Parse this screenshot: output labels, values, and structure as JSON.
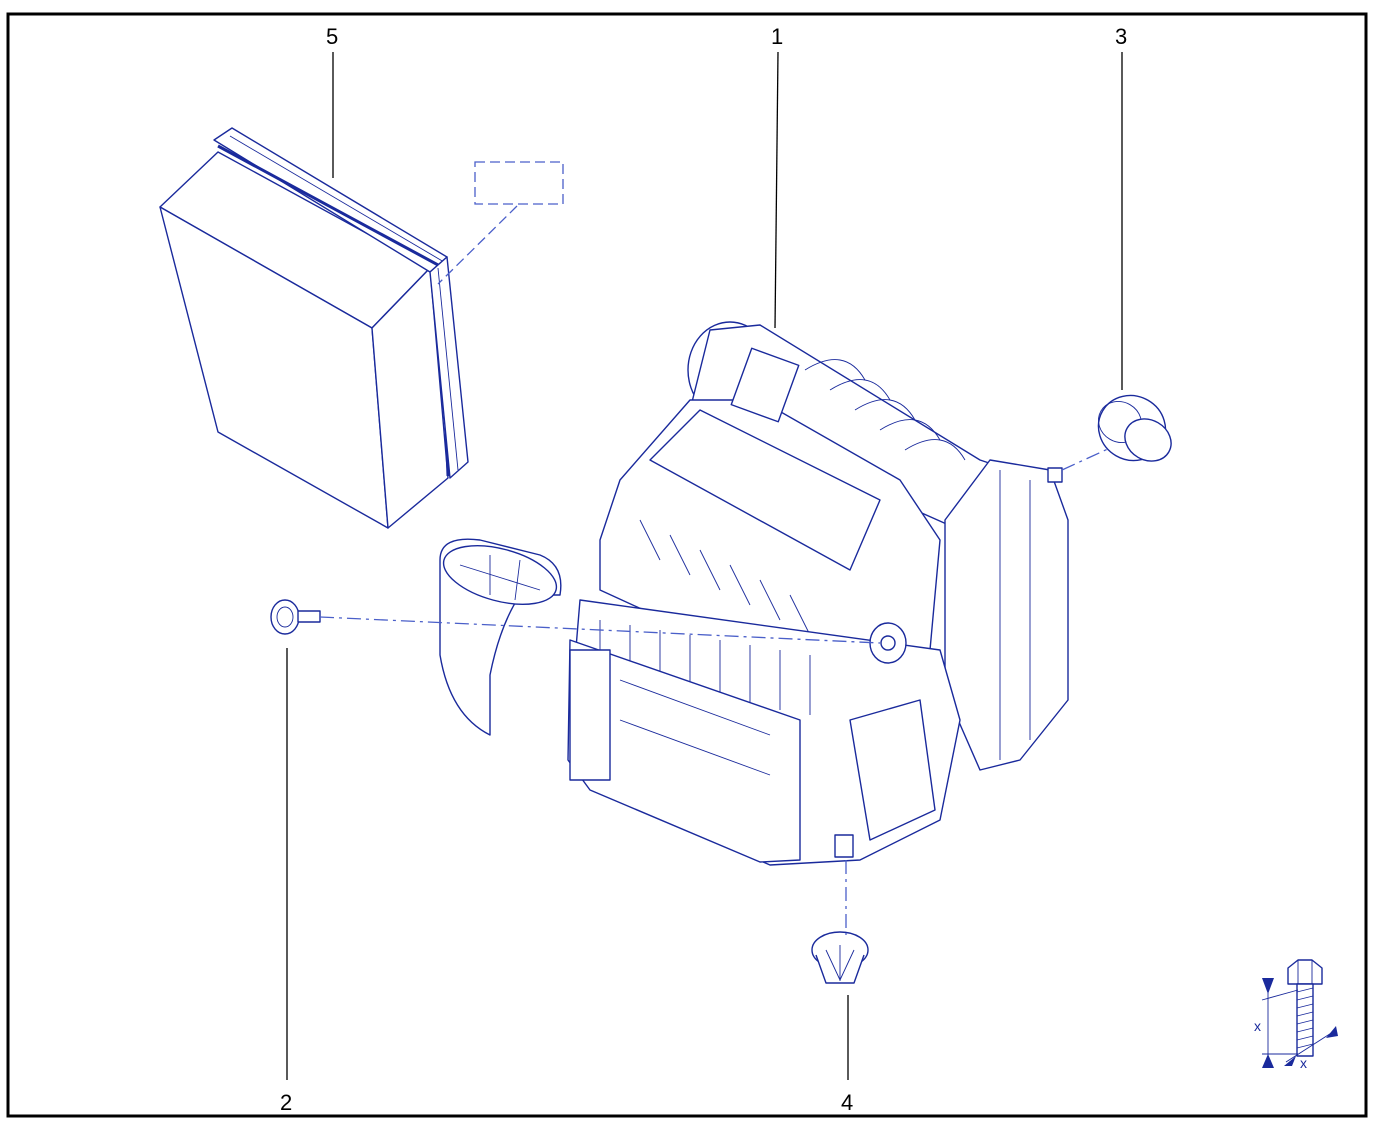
{
  "callouts": {
    "c1": "1",
    "c2": "2",
    "c3": "3",
    "c4": "4",
    "c5": "5"
  },
  "legend": {
    "dim_left": "x",
    "dim_right": "x"
  },
  "colors": {
    "line_art": "#1a2a9c",
    "dashed": "#4a5fc9",
    "frame": "#000000"
  }
}
